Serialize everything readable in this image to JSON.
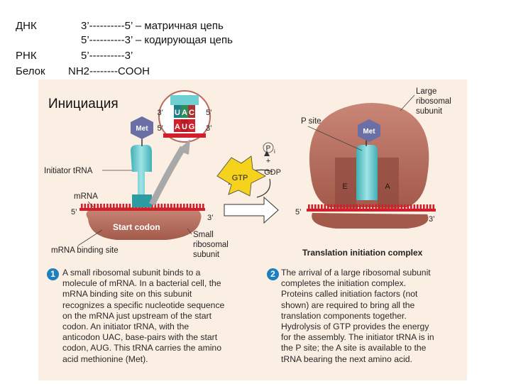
{
  "header": {
    "rows": [
      {
        "label": "ДНК",
        "value": "3’----------5’ – матричная цепь"
      },
      {
        "label": "",
        "value": "5’----------3’ – кодирующая цепь"
      },
      {
        "label": "РНК",
        "value": "5’----------3’"
      },
      {
        "label": "Белок",
        "value": "NH2--------COOH"
      }
    ]
  },
  "figure": {
    "title": "Инициация",
    "left_panel": {
      "met": "Met",
      "initiator_trna": "Initiator tRNA",
      "mrna": "mRNA",
      "five_prime": "5’",
      "three_prime": "3’",
      "start_codon": "Start codon",
      "binding_site": "mRNA binding site",
      "small_subunit": "Small\nribosomal\nsubunit",
      "anticodon": [
        "U",
        "A",
        "C"
      ],
      "codon": [
        "A",
        "U",
        "G"
      ],
      "inset_three_top": "3’",
      "inset_five_top": "5’",
      "inset_five_bottom": "5’",
      "inset_three_bottom": "3’"
    },
    "middle": {
      "p_i": "P",
      "p_i_sub": "i",
      "plus": "+",
      "gdp": "GDP",
      "gtp": "GTP"
    },
    "right_panel": {
      "p_site": "P site",
      "large_subunit": "Large\nribosomal\nsubunit",
      "met": "Met",
      "e_site": "E",
      "a_site": "A",
      "five_prime": "5’",
      "three_prime": "3’",
      "complex_title": "Translation initiation complex"
    },
    "captions": [
      {
        "num": "1",
        "text": "A small ribosomal subunit binds to a\nmolecule of mRNA. In a bacterial cell, the\nmRNA binding site on this subunit\nrecognizes a specific nucleotide sequence\non the mRNA just upstream of the start\ncodon. An initiator tRNA, with the\nanticodon UAC, base-pairs with the start\ncodon, AUG. This tRNA carries the amino\nacid methionine (Met)."
      },
      {
        "num": "2",
        "text": "The arrival of a large ribosomal subunit\ncompletes the initiation complex.\nProteins called initiation factors (not\nshown) are required to bring all the\ntranslation components together.\nHydrolysis of GTP provides the energy\nfor the assembly. The initiator tRNA is in\nthe P site; the A site is available to the\ntRNA bearing the next amino acid."
      }
    ]
  },
  "colors": {
    "ribosome": "#b86a5c",
    "ribosome_dark": "#8f4a3e",
    "trna": "#6fcfd3",
    "trna_dark": "#2e9aa2",
    "mrna": "#d0202c",
    "met": "#6a6fa6",
    "gtp": "#f5d21c",
    "background": "#fbeee2",
    "caption_number": "#1b7fc0"
  }
}
